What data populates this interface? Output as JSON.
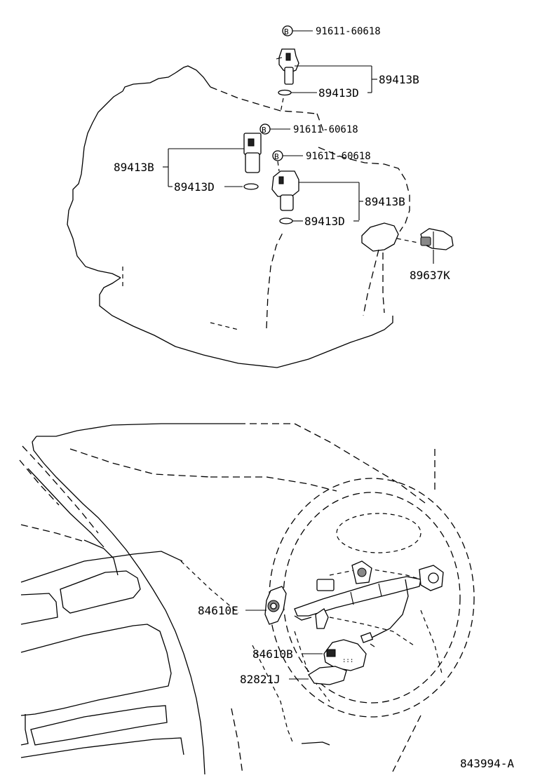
{
  "labels": {
    "bolt_top": "91611-60618",
    "sensor_top": "89413B",
    "oring_top": "89413D",
    "bolt_mid": "91611-60618",
    "bolt_right": "91611-60618",
    "sensor_left": "89413B",
    "oring_left": "89413D",
    "sensor_right": "89413B",
    "oring_right": "89413D",
    "speed_sensor": "89637K",
    "switch_left": "84610E",
    "switch_right": "84610B",
    "cover": "82821J",
    "figure_id": "843994-A"
  },
  "bolt_symbol": "B"
}
